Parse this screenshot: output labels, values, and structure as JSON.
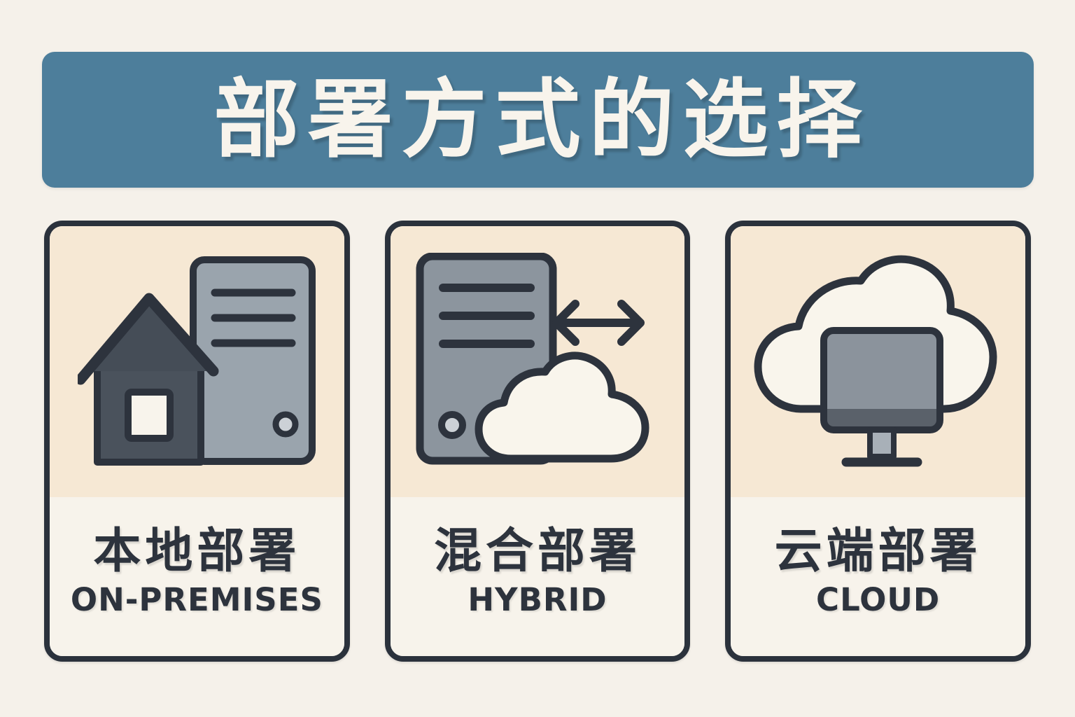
{
  "theme": {
    "page_bg": "#f5f1ea",
    "banner_bg": "#4d7e9b",
    "banner_text": "#f8f4ec",
    "card_border": "#2b323c",
    "card_top_bg": "#f6e8d4",
    "card_bottom_bg": "#f7f3eb",
    "ink": "#2d333d",
    "server_gray": "#9aa4ad",
    "server_gray_dark": "#8c959e",
    "house_gray": "#4a525c",
    "roof_gray": "#454d57",
    "cloud_white": "#f9f5ec",
    "monitor_gray": "#8b939c",
    "monitor_band": "#5a616a"
  },
  "banner": {
    "title": "部署方式的选择"
  },
  "cards": [
    {
      "id": "on-premises",
      "title_zh": "本地部署",
      "title_en": "ON-PREMISES",
      "icon": "house-server-icon"
    },
    {
      "id": "hybrid",
      "title_zh": "混合部署",
      "title_en": "HYBRID",
      "icon": "server-cloud-sync-icon"
    },
    {
      "id": "cloud",
      "title_zh": "云端部署",
      "title_en": "CLOUD",
      "icon": "cloud-monitor-icon"
    }
  ]
}
